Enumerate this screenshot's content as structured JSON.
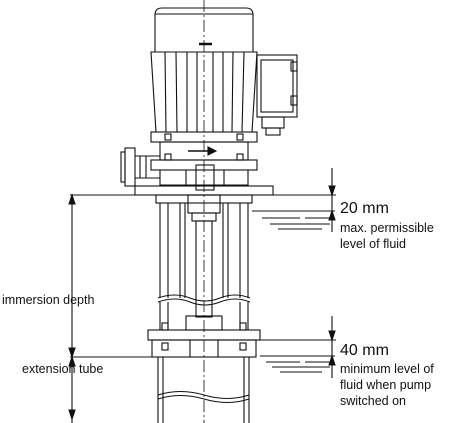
{
  "labels": {
    "top_dim_value": "20 mm",
    "top_dim_desc_line1": "max. permissible",
    "top_dim_desc_line2": "level of fluid",
    "bottom_dim_value": "40 mm",
    "bottom_dim_desc_line1": "minimum level of",
    "bottom_dim_desc_line2": "fluid when pump",
    "bottom_dim_desc_line3": "switched on",
    "immersion_depth": "immersion depth",
    "extension_tube": "extension tube"
  },
  "colors": {
    "line": "#111111",
    "background": "#ffffff"
  }
}
